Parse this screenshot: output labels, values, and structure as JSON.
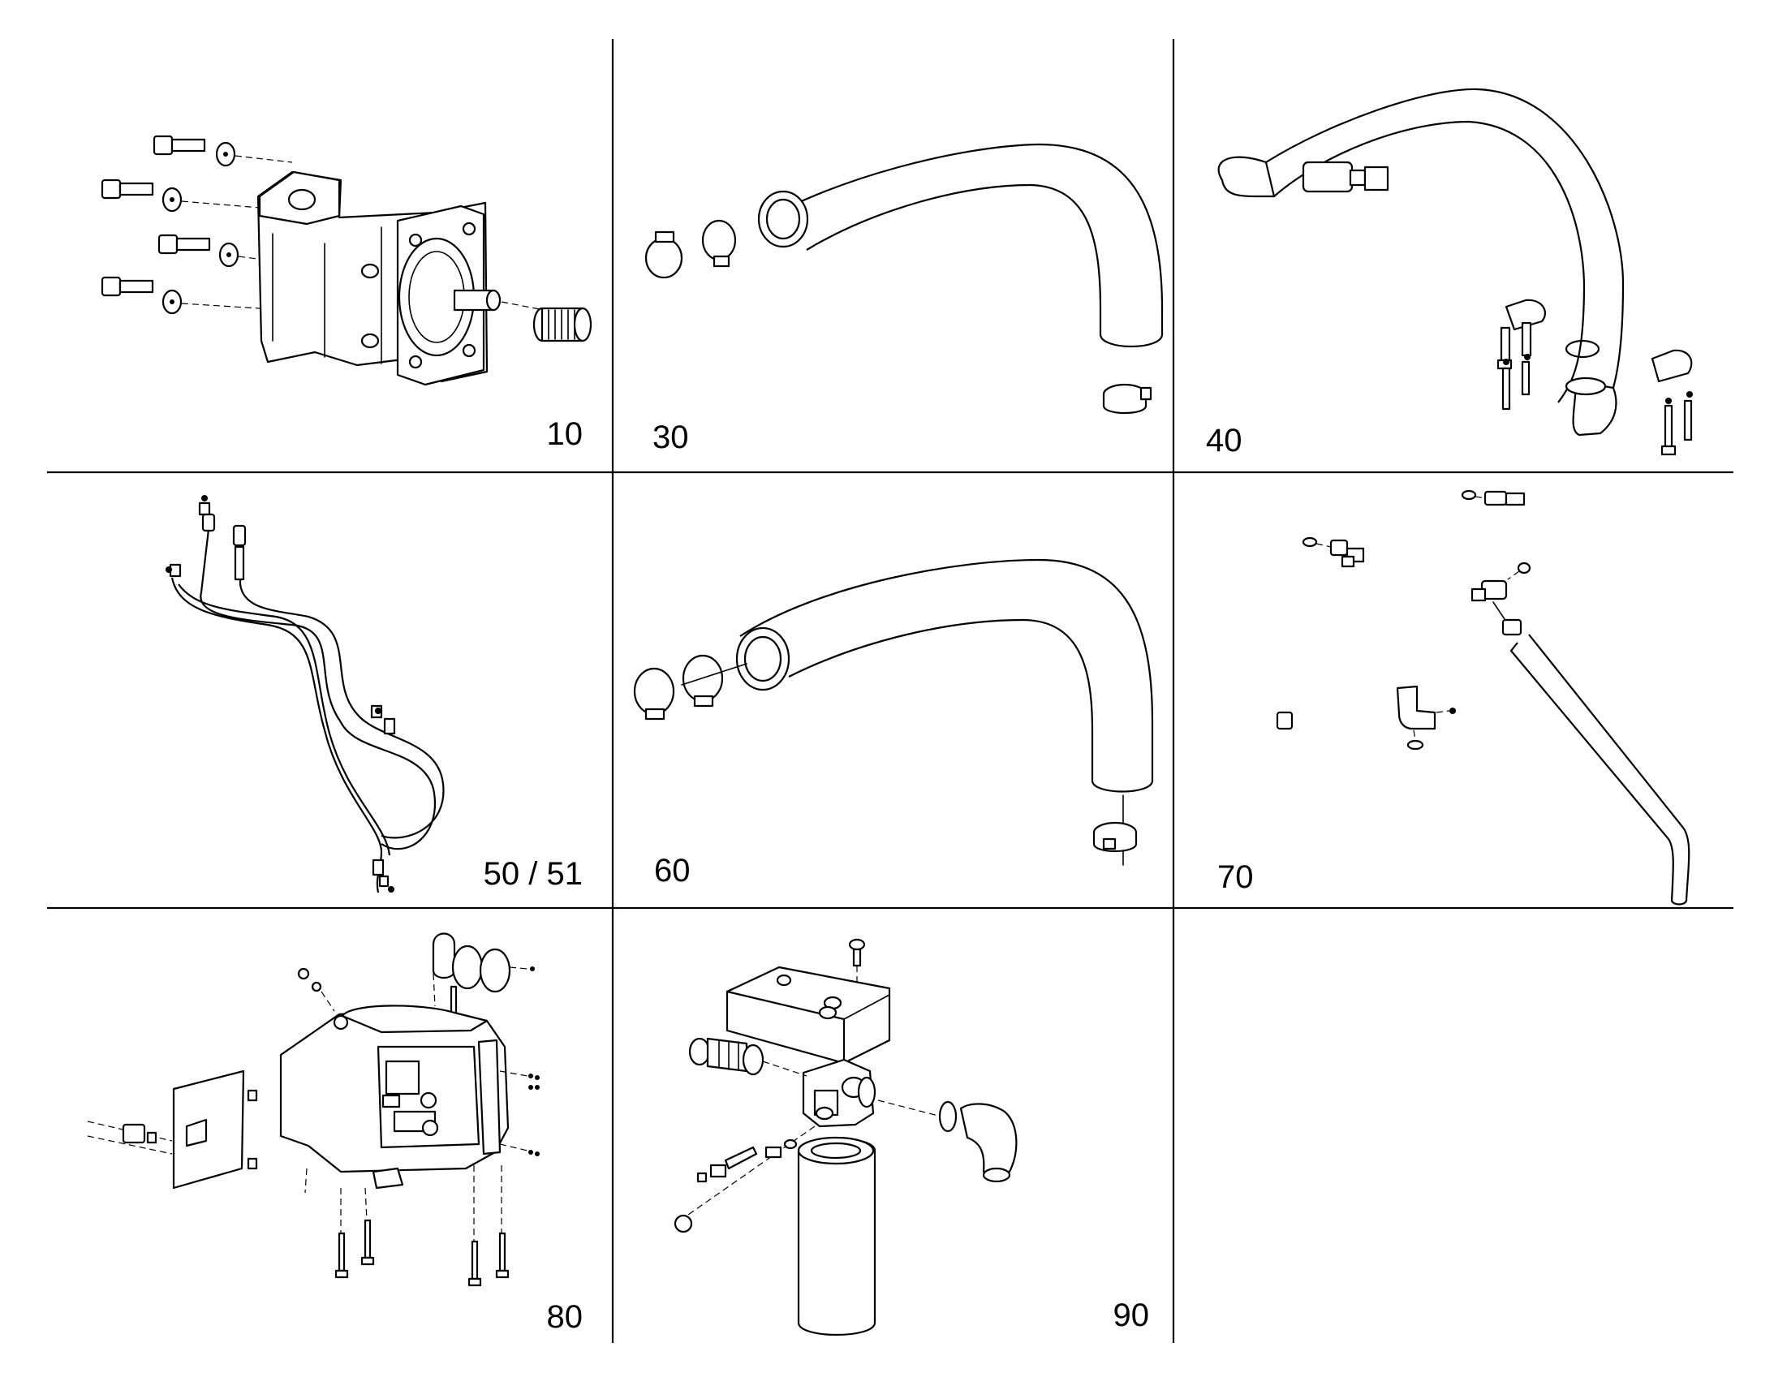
{
  "cells": [
    {
      "id": "c10",
      "label": "10",
      "depicts": "hydraulic-pump"
    },
    {
      "id": "c30",
      "label": "30",
      "depicts": "suction-hose-with-clamps"
    },
    {
      "id": "c40",
      "label": "40",
      "depicts": "pressure-hose-with-flanges"
    },
    {
      "id": "c50",
      "label": "50 / 51",
      "depicts": "twin-hydraulic-lines"
    },
    {
      "id": "c60",
      "label": "60",
      "depicts": "return-hose-with-clamps"
    },
    {
      "id": "c70",
      "label": "70",
      "depicts": "fittings-and-pipe"
    },
    {
      "id": "c80",
      "label": "80",
      "depicts": "control-box-assembly"
    },
    {
      "id": "c90",
      "label": "90",
      "depicts": "filter-assembly"
    },
    {
      "id": "c_empty",
      "label": "",
      "depicts": "empty"
    }
  ]
}
